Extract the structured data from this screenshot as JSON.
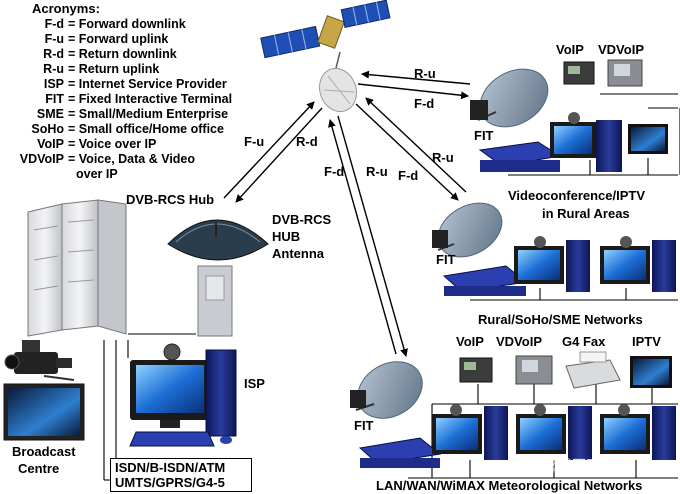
{
  "acronyms": {
    "title": "Acronyms:",
    "items": [
      {
        "abbr": "F-d",
        "text": "= Forward downlink"
      },
      {
        "abbr": "F-u",
        "text": "= Forward uplink"
      },
      {
        "abbr": "R-d",
        "text": "= Return downlink"
      },
      {
        "abbr": "R-u",
        "text": "= Return uplink"
      },
      {
        "abbr": "ISP",
        "text": "= Internet Service Provider"
      },
      {
        "abbr": "FIT",
        "text": "= Fixed Interactive Terminal"
      },
      {
        "abbr": "SME",
        "text": "= Small/Medium Enterprise"
      },
      {
        "abbr": "SoHo",
        "text": "= Small office/Home office"
      },
      {
        "abbr": "VoIP",
        "text": "= Voice over IP"
      },
      {
        "abbr": "VDVoIP",
        "text": "= Voice, Data & Video"
      }
    ],
    "continuation": "over IP"
  },
  "hub": {
    "name": "DVB-RCS Hub",
    "antenna_line1": "DVB-RCS",
    "antenna_line2": "HUB",
    "antenna_line3": "Antenna"
  },
  "broadcast": {
    "line1": "Broadcast",
    "line2": "Centre"
  },
  "isp": {
    "label": "ISP"
  },
  "networks_box": {
    "line1": "ISDN/B-ISDN/ATM",
    "line2": "UMTS/GPRS/G4-5"
  },
  "links": {
    "hub_up": "F-u",
    "hub_down": "R-d",
    "mid_fd": "F-d",
    "mid_ru": "R-u",
    "top_ru": "R-u",
    "top_fd": "F-d",
    "rural_ru": "R-u",
    "rural_fd": "F-d"
  },
  "sites": {
    "top": {
      "fit": "FIT",
      "voip": "VoIP",
      "vdvoip": "VDVoIP",
      "caption1": "Videoconference/IPTV",
      "caption2": "in Rural  Areas"
    },
    "middle": {
      "fit": "FIT",
      "caption": "Rural/SoHo/SME Networks"
    },
    "bottom": {
      "fit": "FIT",
      "voip": "VoIP",
      "vdvoip": "VDVoIP",
      "fax": "G4 Fax",
      "iptv": "IPTV",
      "caption": "LAN/WAN/WiMAX  Meteorological Networks"
    }
  },
  "watermark": "知乎 @我不到啊",
  "colors": {
    "satellite_panel": "#1f4fb5",
    "antenna_dish": "#7f93a8",
    "hub_dish": "#2a3d4c",
    "monitor_blue": "#1d6fd6",
    "tower_case": "#1c2c7a",
    "modem_blue": "#2b3fb0"
  }
}
